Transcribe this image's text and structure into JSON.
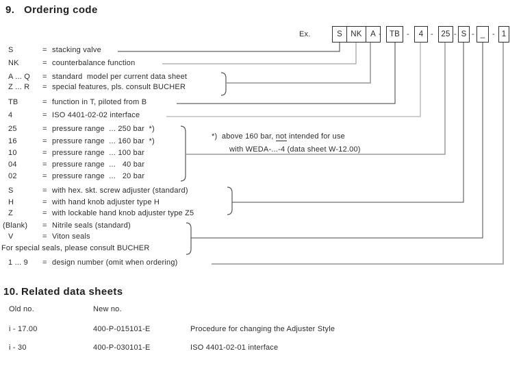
{
  "section9": {
    "number": "9.",
    "title": "Ordering code",
    "example": {
      "label": "Ex.",
      "grouped_boxes": [
        "S",
        "NK",
        "A"
      ],
      "separator": "-",
      "boxes": [
        "TB",
        "4",
        "25",
        "S",
        "_",
        "1"
      ]
    },
    "rows": [
      {
        "code": "S",
        "eq": "=",
        "desc": "stacking valve"
      },
      {
        "code": "NK",
        "eq": "=",
        "desc": "counterbalance function"
      },
      {
        "code": "A ... Q",
        "eq": "=",
        "desc": "standard  model per current data sheet"
      },
      {
        "code": "Z ... R",
        "eq": "=",
        "desc": "special features, pls. consult BUCHER"
      },
      {
        "code": "TB",
        "eq": "=",
        "desc": "function in T, piloted from B"
      },
      {
        "code": "4",
        "eq": "=",
        "desc": "ISO 4401-02-02 interface"
      },
      {
        "code": "25",
        "eq": "=",
        "desc": "pressure range  ... 250 bar  *)"
      },
      {
        "code": "16",
        "eq": "=",
        "desc": "pressure range  ... 160 bar  *)"
      },
      {
        "code": "10",
        "eq": "=",
        "desc": "pressure range  ... 100 bar"
      },
      {
        "code": "04",
        "eq": "=",
        "desc": "pressure range  ...   40 bar"
      },
      {
        "code": "02",
        "eq": "=",
        "desc": "pressure range  ...   20 bar"
      },
      {
        "code": "S",
        "eq": "=",
        "desc": "with hex. skt. screw adjuster (standard)"
      },
      {
        "code": "H",
        "eq": "=",
        "desc": "with hand knob adjuster type H"
      },
      {
        "code": "Z",
        "eq": "=",
        "desc": "with lockable hand knob adjuster type Z5"
      },
      {
        "code": "(Blank)",
        "eq": "=",
        "desc": "Nitrile seals (standard)"
      },
      {
        "code": "V",
        "eq": "=",
        "desc": "Viton seals"
      },
      {
        "full": "For special seals, please consult BUCHER"
      },
      {
        "code": "1 ... 9",
        "eq": "=",
        "desc": "design number (omit when ordering)"
      }
    ],
    "note": {
      "line1_pre": "*)  above 160 bar, ",
      "line1_underlined": "not",
      "line1_post": " intended for use",
      "line2": "with WEDA-...-4 (data sheet W-12.00)"
    }
  },
  "section10": {
    "number": "10.",
    "title": "Related data sheets",
    "columns": {
      "old": "Old no.",
      "new": "New no."
    },
    "rows": [
      {
        "old": "i - 17.00",
        "new": "400-P-015101-E",
        "desc": "Procedure for changing the Adjuster Style"
      },
      {
        "old": "i - 30",
        "new": "400-P-030101-E",
        "desc": "ISO 4401-02-01 interface"
      }
    ]
  }
}
